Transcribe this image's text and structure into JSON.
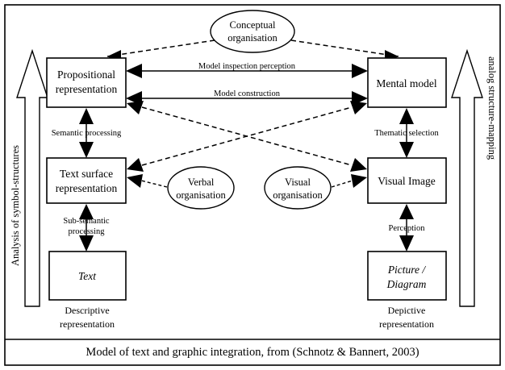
{
  "figure": {
    "caption": "Model of text and graphic integration, from (Schnotz & Bannert, 2003)"
  },
  "side_labels": {
    "left": "Analysis of symbol-structures",
    "right": "analog structure-mapping"
  },
  "boxes": [
    {
      "id": "propositional",
      "line1": "Propositional",
      "line2": "representation"
    },
    {
      "id": "mental_model",
      "line1": "Mental model",
      "line2": ""
    },
    {
      "id": "text_surface",
      "line1": "Text surface",
      "line2": "representation"
    },
    {
      "id": "visual_image",
      "line1": "Visual Image",
      "line2": ""
    },
    {
      "id": "text",
      "line1": "Text",
      "line2": ""
    },
    {
      "id": "picture",
      "line1": "Picture /",
      "line2": "Diagram"
    }
  ],
  "ellipses": [
    {
      "id": "conceptual",
      "line1": "Conceptual",
      "line2": "organisation"
    },
    {
      "id": "verbal",
      "line1": "Verbal",
      "line2": "organisation"
    },
    {
      "id": "visual",
      "line1": "Visual",
      "line2": "organisation"
    }
  ],
  "edge_labels": {
    "model_inspection": "Model inspection perception",
    "model_construction": "Model construction",
    "semantic_processing": "Semantic processing",
    "thematic_selection": "Thematic selection",
    "sub_semantic_1": "Sub-semantic",
    "sub_semantic_2": "processing",
    "perception": "Perception"
  },
  "group_labels": {
    "descriptive_1": "Descriptive",
    "descriptive_2": "representation",
    "depictive_1": "Depictive",
    "depictive_2": "representation"
  },
  "colors": {
    "stroke": "#000000",
    "fill": "#ffffff",
    "background": "#ffffff"
  }
}
